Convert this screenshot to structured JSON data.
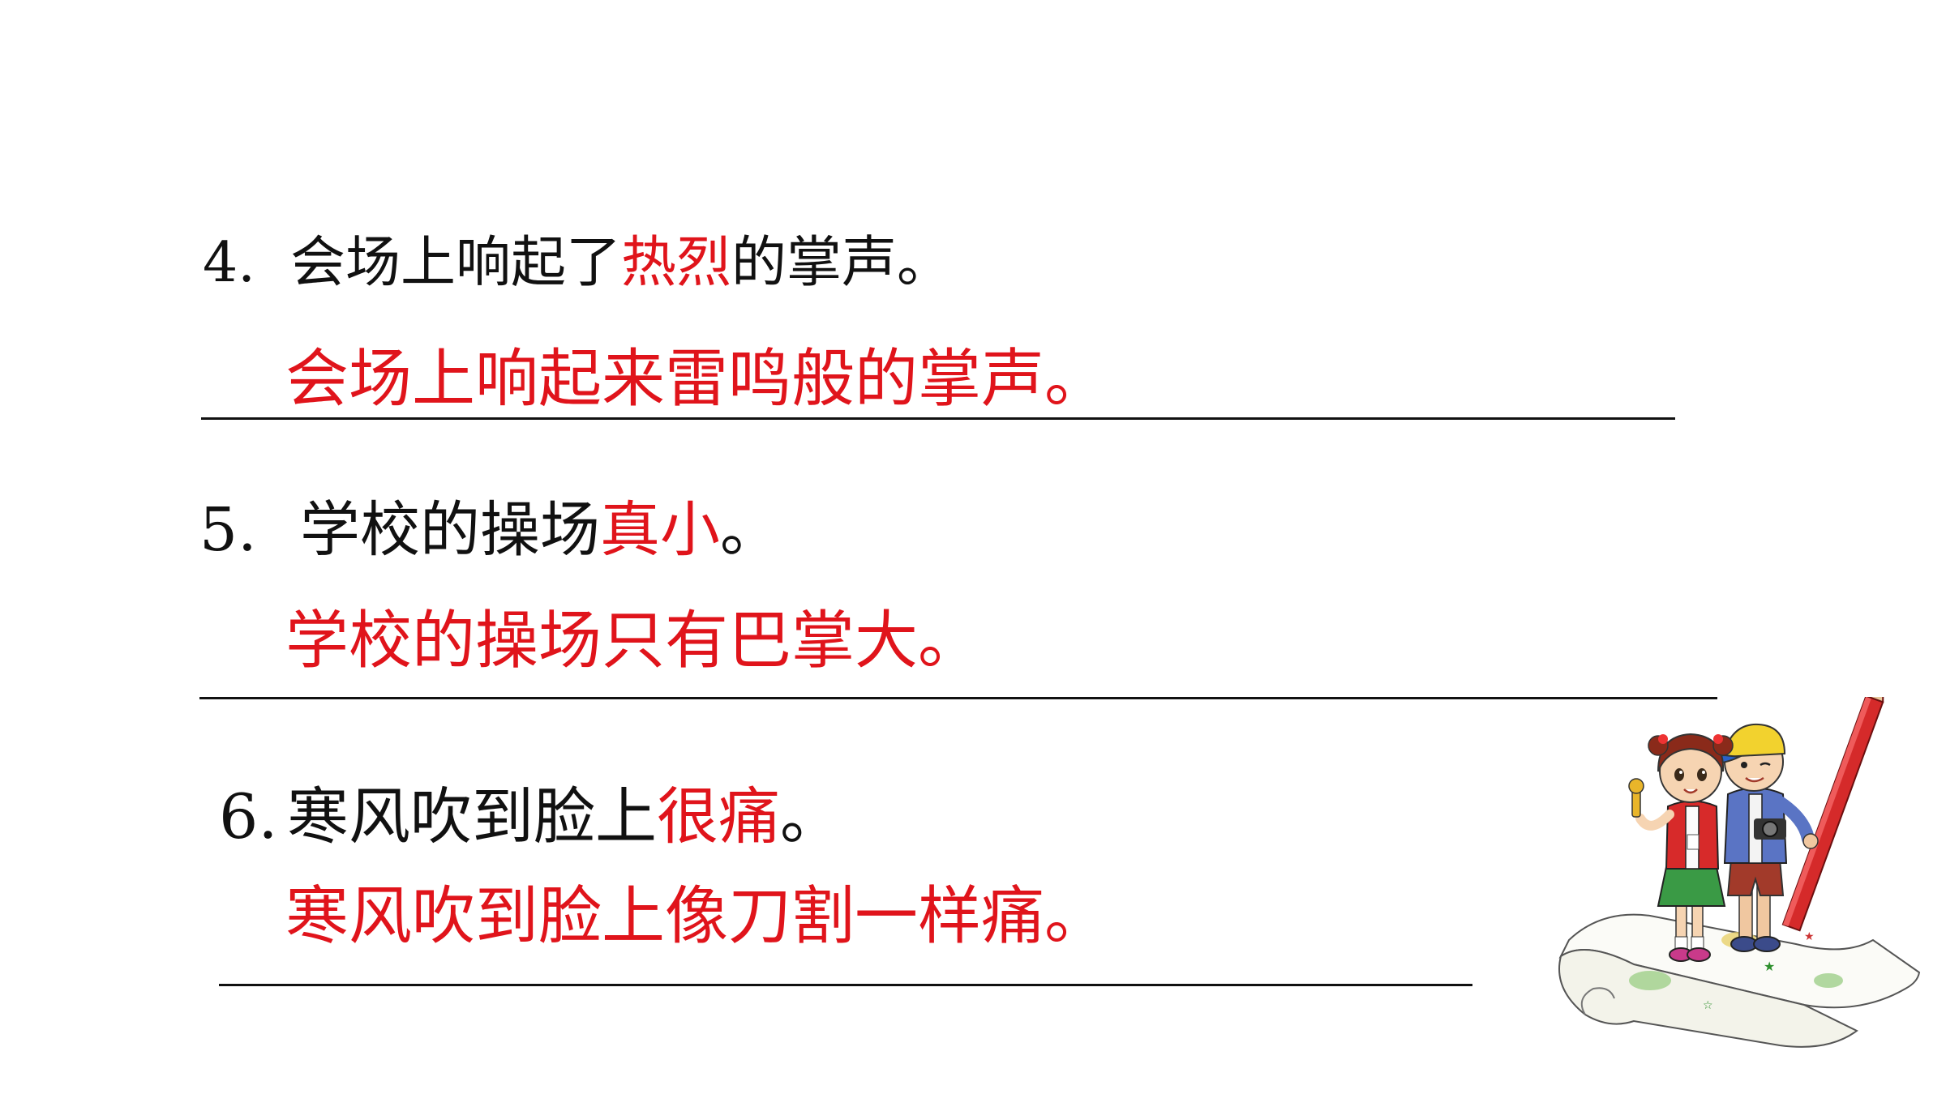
{
  "items": [
    {
      "number": "4.",
      "prefix": "会场上响起了",
      "highlight": "热烈",
      "suffix": "的掌声。",
      "answer": "会场上响起来雷鸣般的掌声。"
    },
    {
      "number": "5.",
      "prefix": "学校的操场",
      "highlight": "真小",
      "suffix": "。",
      "answer": "学校的操场只有巴掌大。"
    },
    {
      "number": "6.",
      "prefix": "寒风吹到脸上",
      "highlight": "很痛",
      "suffix": "。",
      "answer": "寒风吹到脸上像刀割一样痛。"
    }
  ],
  "colors": {
    "highlight": "#e0141b",
    "text": "#111111",
    "rule": "#111111"
  },
  "illustration": {
    "icon": "two-kids-with-pencil-and-map-icon"
  }
}
